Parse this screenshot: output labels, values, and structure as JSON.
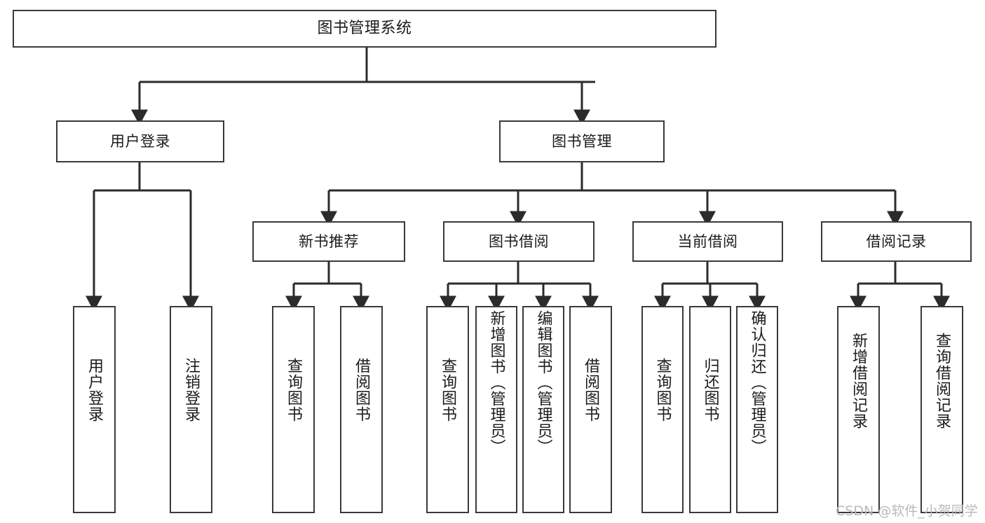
{
  "diagram": {
    "title": "图书管理系统",
    "type": "tree-hierarchy-chart",
    "watermark": "CSDN @软件_小贺同学",
    "colors": {
      "box_border": "#3a3a3a",
      "box_fill": "#ffffff",
      "edge": "#2b2b2b",
      "text": "#1b1b1b",
      "watermark": "#b9b9b9",
      "background": "#ffffff"
    },
    "root": {
      "label": "图书管理系统"
    },
    "level1": [
      {
        "label": "用户登录"
      },
      {
        "label": "图书管理"
      }
    ],
    "level2": [
      {
        "label": "新书推荐"
      },
      {
        "label": "图书借阅"
      },
      {
        "label": "当前借阅"
      },
      {
        "label": "借阅记录"
      }
    ],
    "leaves": {
      "user_login": [
        {
          "label": "用户登录"
        },
        {
          "label": "注销登录"
        }
      ],
      "new_book_recommend": [
        {
          "label": "查询图书"
        },
        {
          "label": "借阅图书"
        }
      ],
      "book_borrow": [
        {
          "label": "查询图书"
        },
        {
          "label": "新增图书（管理员）"
        },
        {
          "label": "编辑图书（管理员）"
        },
        {
          "label": "借阅图书"
        }
      ],
      "current_borrow": [
        {
          "label": "查询图书"
        },
        {
          "label": "归还图书"
        },
        {
          "label": "确认归还（管理员）"
        }
      ],
      "borrow_record": [
        {
          "label": "新增借阅记录"
        },
        {
          "label": "查询借阅记录"
        }
      ]
    }
  }
}
